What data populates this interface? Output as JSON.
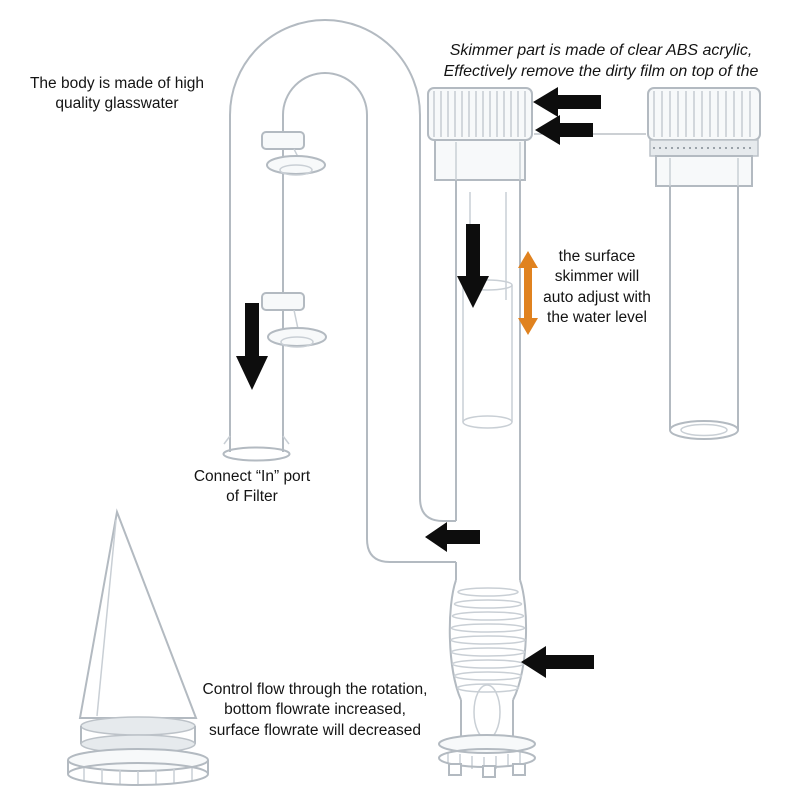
{
  "annotations": {
    "body_material": "The body is made of high\nquality glasswater",
    "skimmer_material": "Skimmer part is made of clear ABS acrylic,\nEffectively remove the dirty film on top of the",
    "auto_adjust": "the surface\nskimmer will\nauto adjust with\nthe water level",
    "connect_port": "Connect “In” port\nof Filter",
    "flow_control": "Control flow through the rotation,\nbottom flowrate increased,\nsurface flowrate will decreased"
  },
  "colors": {
    "arrow_black": "#0d0d0d",
    "accent_orange": "#e0821f",
    "glass_stroke": "#b3bac1",
    "background": "#ffffff"
  }
}
